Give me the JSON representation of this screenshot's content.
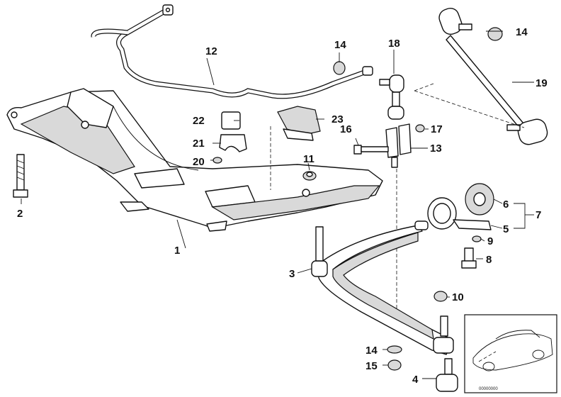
{
  "diagram": {
    "callouts": [
      {
        "id": "c1",
        "label": "1"
      },
      {
        "id": "c2",
        "label": "2"
      },
      {
        "id": "c3",
        "label": "3"
      },
      {
        "id": "c4",
        "label": "4"
      },
      {
        "id": "c5",
        "label": "5"
      },
      {
        "id": "c6",
        "label": "6"
      },
      {
        "id": "c7",
        "label": "7"
      },
      {
        "id": "c8",
        "label": "8"
      },
      {
        "id": "c9",
        "label": "9"
      },
      {
        "id": "c10",
        "label": "10"
      },
      {
        "id": "c11",
        "label": "11"
      },
      {
        "id": "c12",
        "label": "12"
      },
      {
        "id": "c13",
        "label": "13"
      },
      {
        "id": "c14a",
        "label": "14"
      },
      {
        "id": "c14b",
        "label": "14"
      },
      {
        "id": "c14c",
        "label": "14"
      },
      {
        "id": "c15",
        "label": "15"
      },
      {
        "id": "c16",
        "label": "16"
      },
      {
        "id": "c17",
        "label": "17"
      },
      {
        "id": "c18",
        "label": "18"
      },
      {
        "id": "c19",
        "label": "19"
      },
      {
        "id": "c20",
        "label": "20"
      },
      {
        "id": "c21",
        "label": "21"
      },
      {
        "id": "c22",
        "label": "22"
      },
      {
        "id": "c23",
        "label": "23"
      }
    ],
    "thumbnail_code": "00000000"
  }
}
